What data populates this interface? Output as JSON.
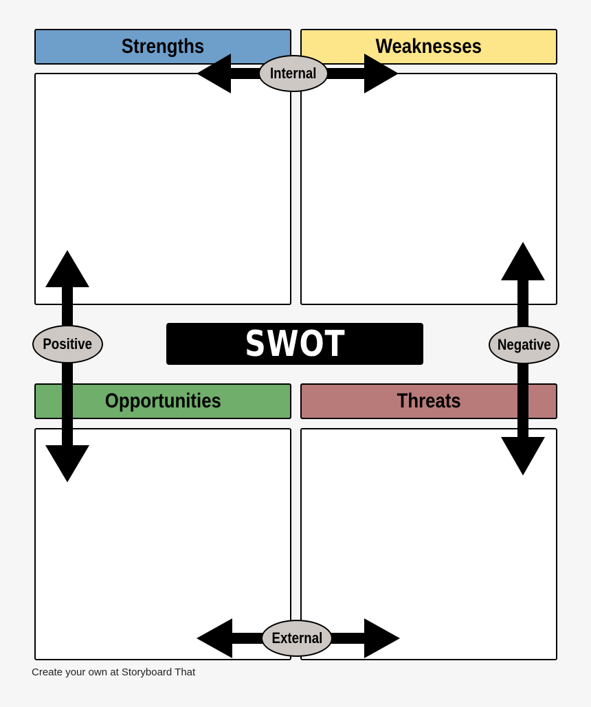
{
  "quadrants": {
    "strengths": {
      "label": "Strengths",
      "color": "#6e9fcb"
    },
    "weaknesses": {
      "label": "Weaknesses",
      "color": "#fde58a"
    },
    "opportunities": {
      "label": "Opportunities",
      "color": "#6fae6b"
    },
    "threats": {
      "label": "Threats",
      "color": "#b97b7a"
    }
  },
  "center_title": "SWOT",
  "axes": {
    "internal": "Internal",
    "external": "External",
    "positive": "Positive",
    "negative": "Negative"
  },
  "footer": "Create your own at Storyboard That"
}
